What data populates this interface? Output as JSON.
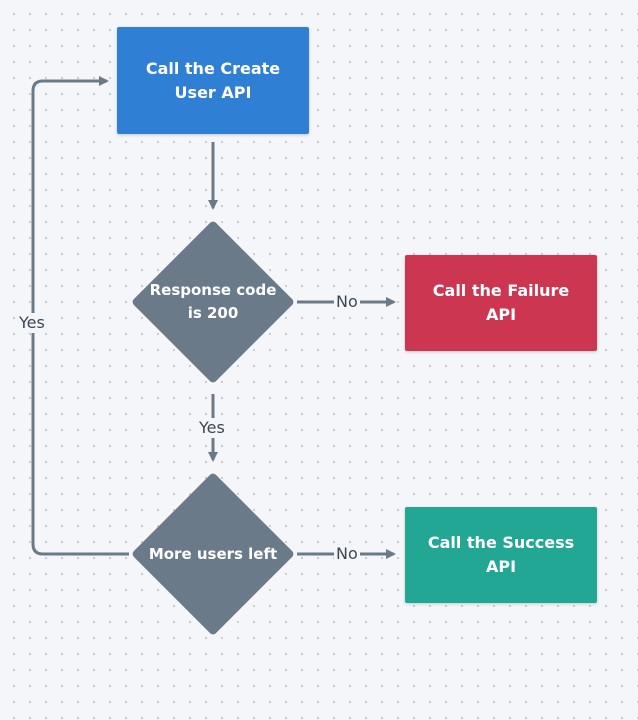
{
  "colors": {
    "start": "#2f7fd4",
    "decision": "#6b7a89",
    "failure": "#cd3650",
    "success": "#23a795",
    "connector": "#6b7a89"
  },
  "nodes": {
    "create_user": "Call the Create User API",
    "response_check": "Response code is 200",
    "failure": "Call the Failure API",
    "more_users": "More users left",
    "success": "Call the Success API"
  },
  "edges": {
    "response_no": "No",
    "response_yes": "Yes",
    "more_no": "No",
    "more_yes": "Yes"
  }
}
